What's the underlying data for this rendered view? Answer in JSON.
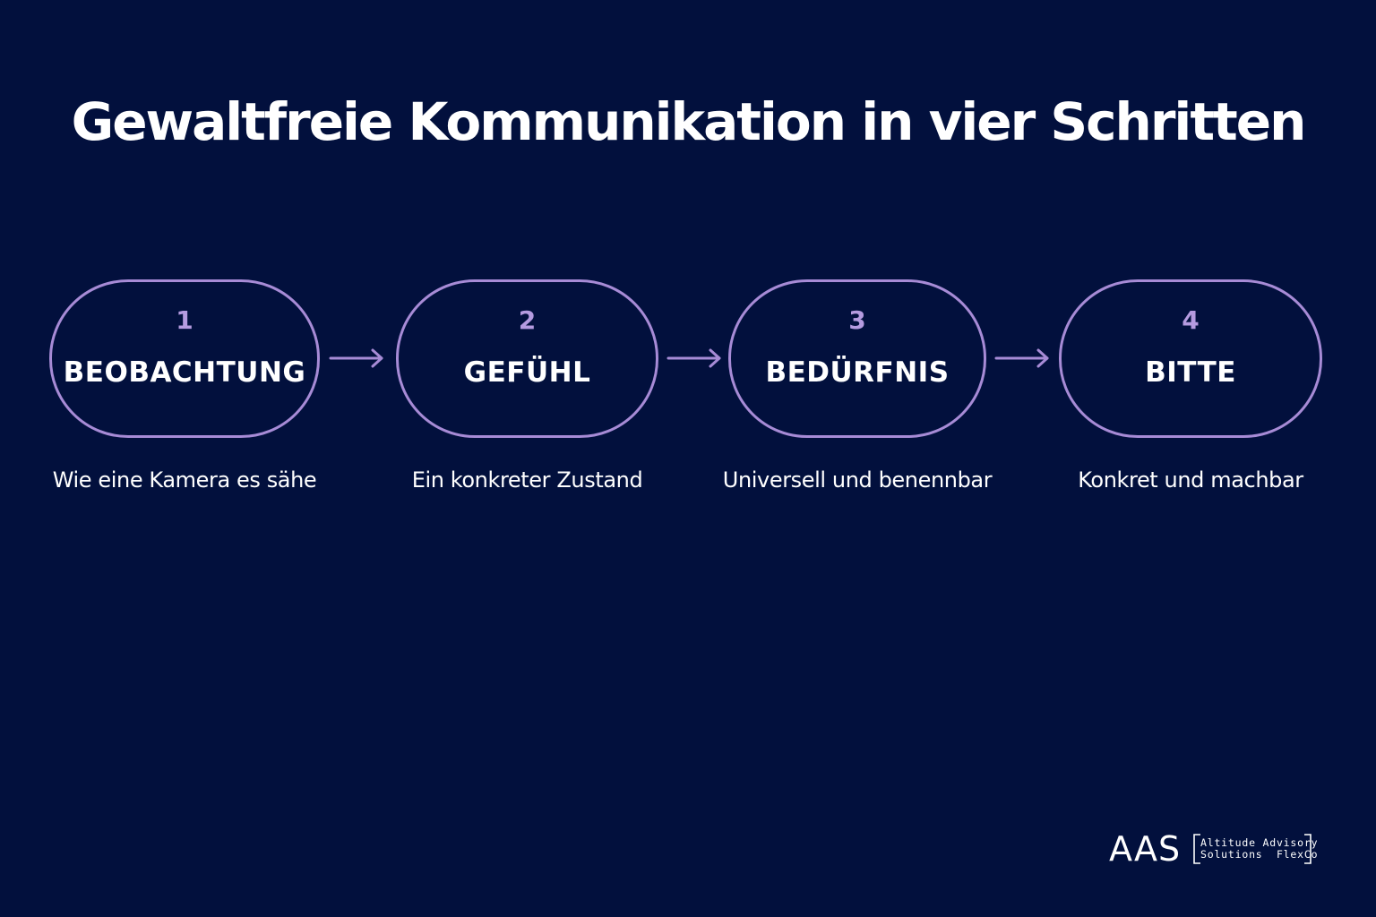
{
  "title": "Gewaltfreie Kommunikation in vier Schritten",
  "steps": [
    {
      "number": "1",
      "label": "BEOBACHTUNG",
      "description": "Wie eine Kamera es sähe"
    },
    {
      "number": "2",
      "label": "GEFÜHL",
      "description": "Ein konkreter Zustand"
    },
    {
      "number": "3",
      "label": "BEDÜRFNIS",
      "description": "Universell und benennbar"
    },
    {
      "number": "4",
      "label": "BITTE",
      "description": "Konkret und machbar"
    }
  ],
  "logo": {
    "mark": "AAS",
    "line1": "Altitude Advisory",
    "line2": "Solutions  FlexCo"
  },
  "colors": {
    "background": "#02103d",
    "accent": "#a78bd6",
    "text": "#ffffff"
  }
}
